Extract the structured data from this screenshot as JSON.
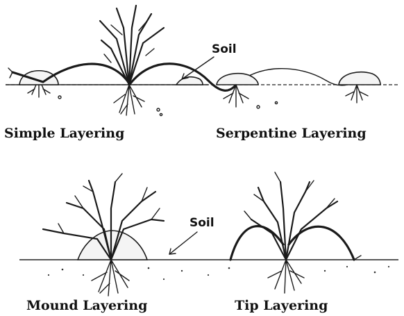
{
  "panels": {
    "simple": {
      "caption": "Simple Layering"
    },
    "serpentine": {
      "caption": "Serpentine Layering"
    },
    "mound": {
      "caption": "Mound Layering"
    },
    "tip": {
      "caption": "Tip Layering"
    }
  },
  "callouts": {
    "top_soil": "Soil",
    "bottom_soil": "Soil"
  }
}
